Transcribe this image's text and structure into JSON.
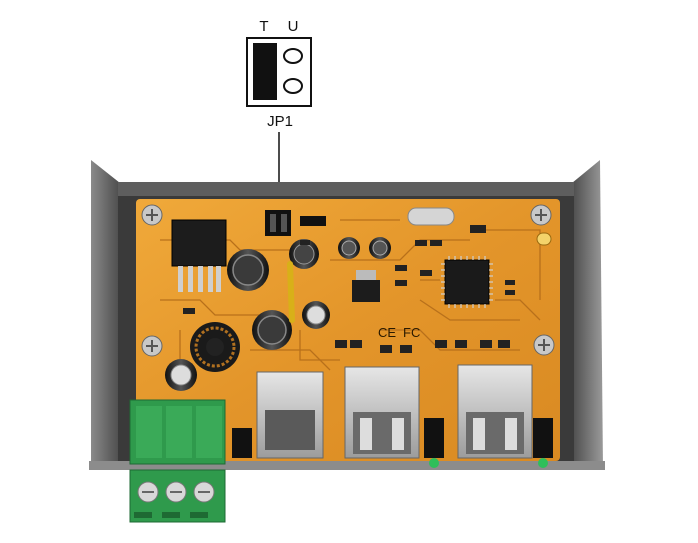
{
  "jumper": {
    "left_label": "T",
    "right_label": "U",
    "name": "JP1"
  },
  "pcb_silkscreen_marks": [
    "CE",
    "FC"
  ],
  "colors": {
    "pcb": "#e69a2a",
    "enclosure": "#6e6e6e",
    "terminal_block": "#2f9a4c",
    "usb_port": "#c9c9c9"
  }
}
